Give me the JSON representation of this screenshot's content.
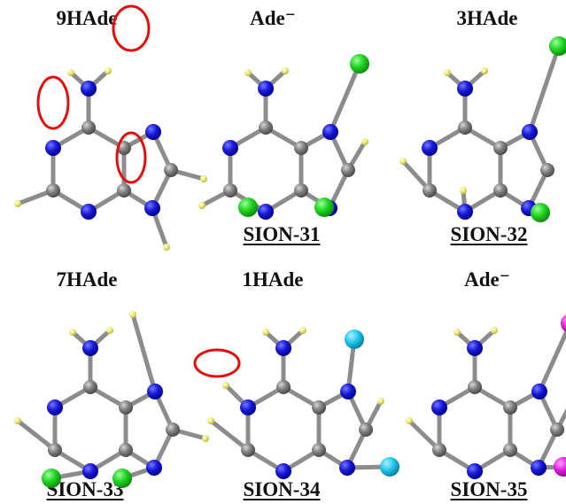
{
  "panels": [
    {
      "title": "9HAde",
      "label": ""
    },
    {
      "title": "Ade⁻",
      "label": "SION-31"
    },
    {
      "title": "3HAde",
      "label": "SION-32"
    },
    {
      "title": "7HAde",
      "label": "SION-33"
    },
    {
      "title": "1HAde",
      "label": "SION-34"
    },
    {
      "title": "Ade⁻",
      "label": "SION-35"
    }
  ],
  "colors": {
    "carbon": "#808080",
    "nitrogen": "#1a1ad8",
    "hydrogen": "#f2ec7a",
    "bond": "#8c8c8c",
    "highlight": "#e01010",
    "metal_green": "#22d622",
    "metal_cyan": "#22c8ee",
    "metal_magenta": "#e61ee6"
  }
}
